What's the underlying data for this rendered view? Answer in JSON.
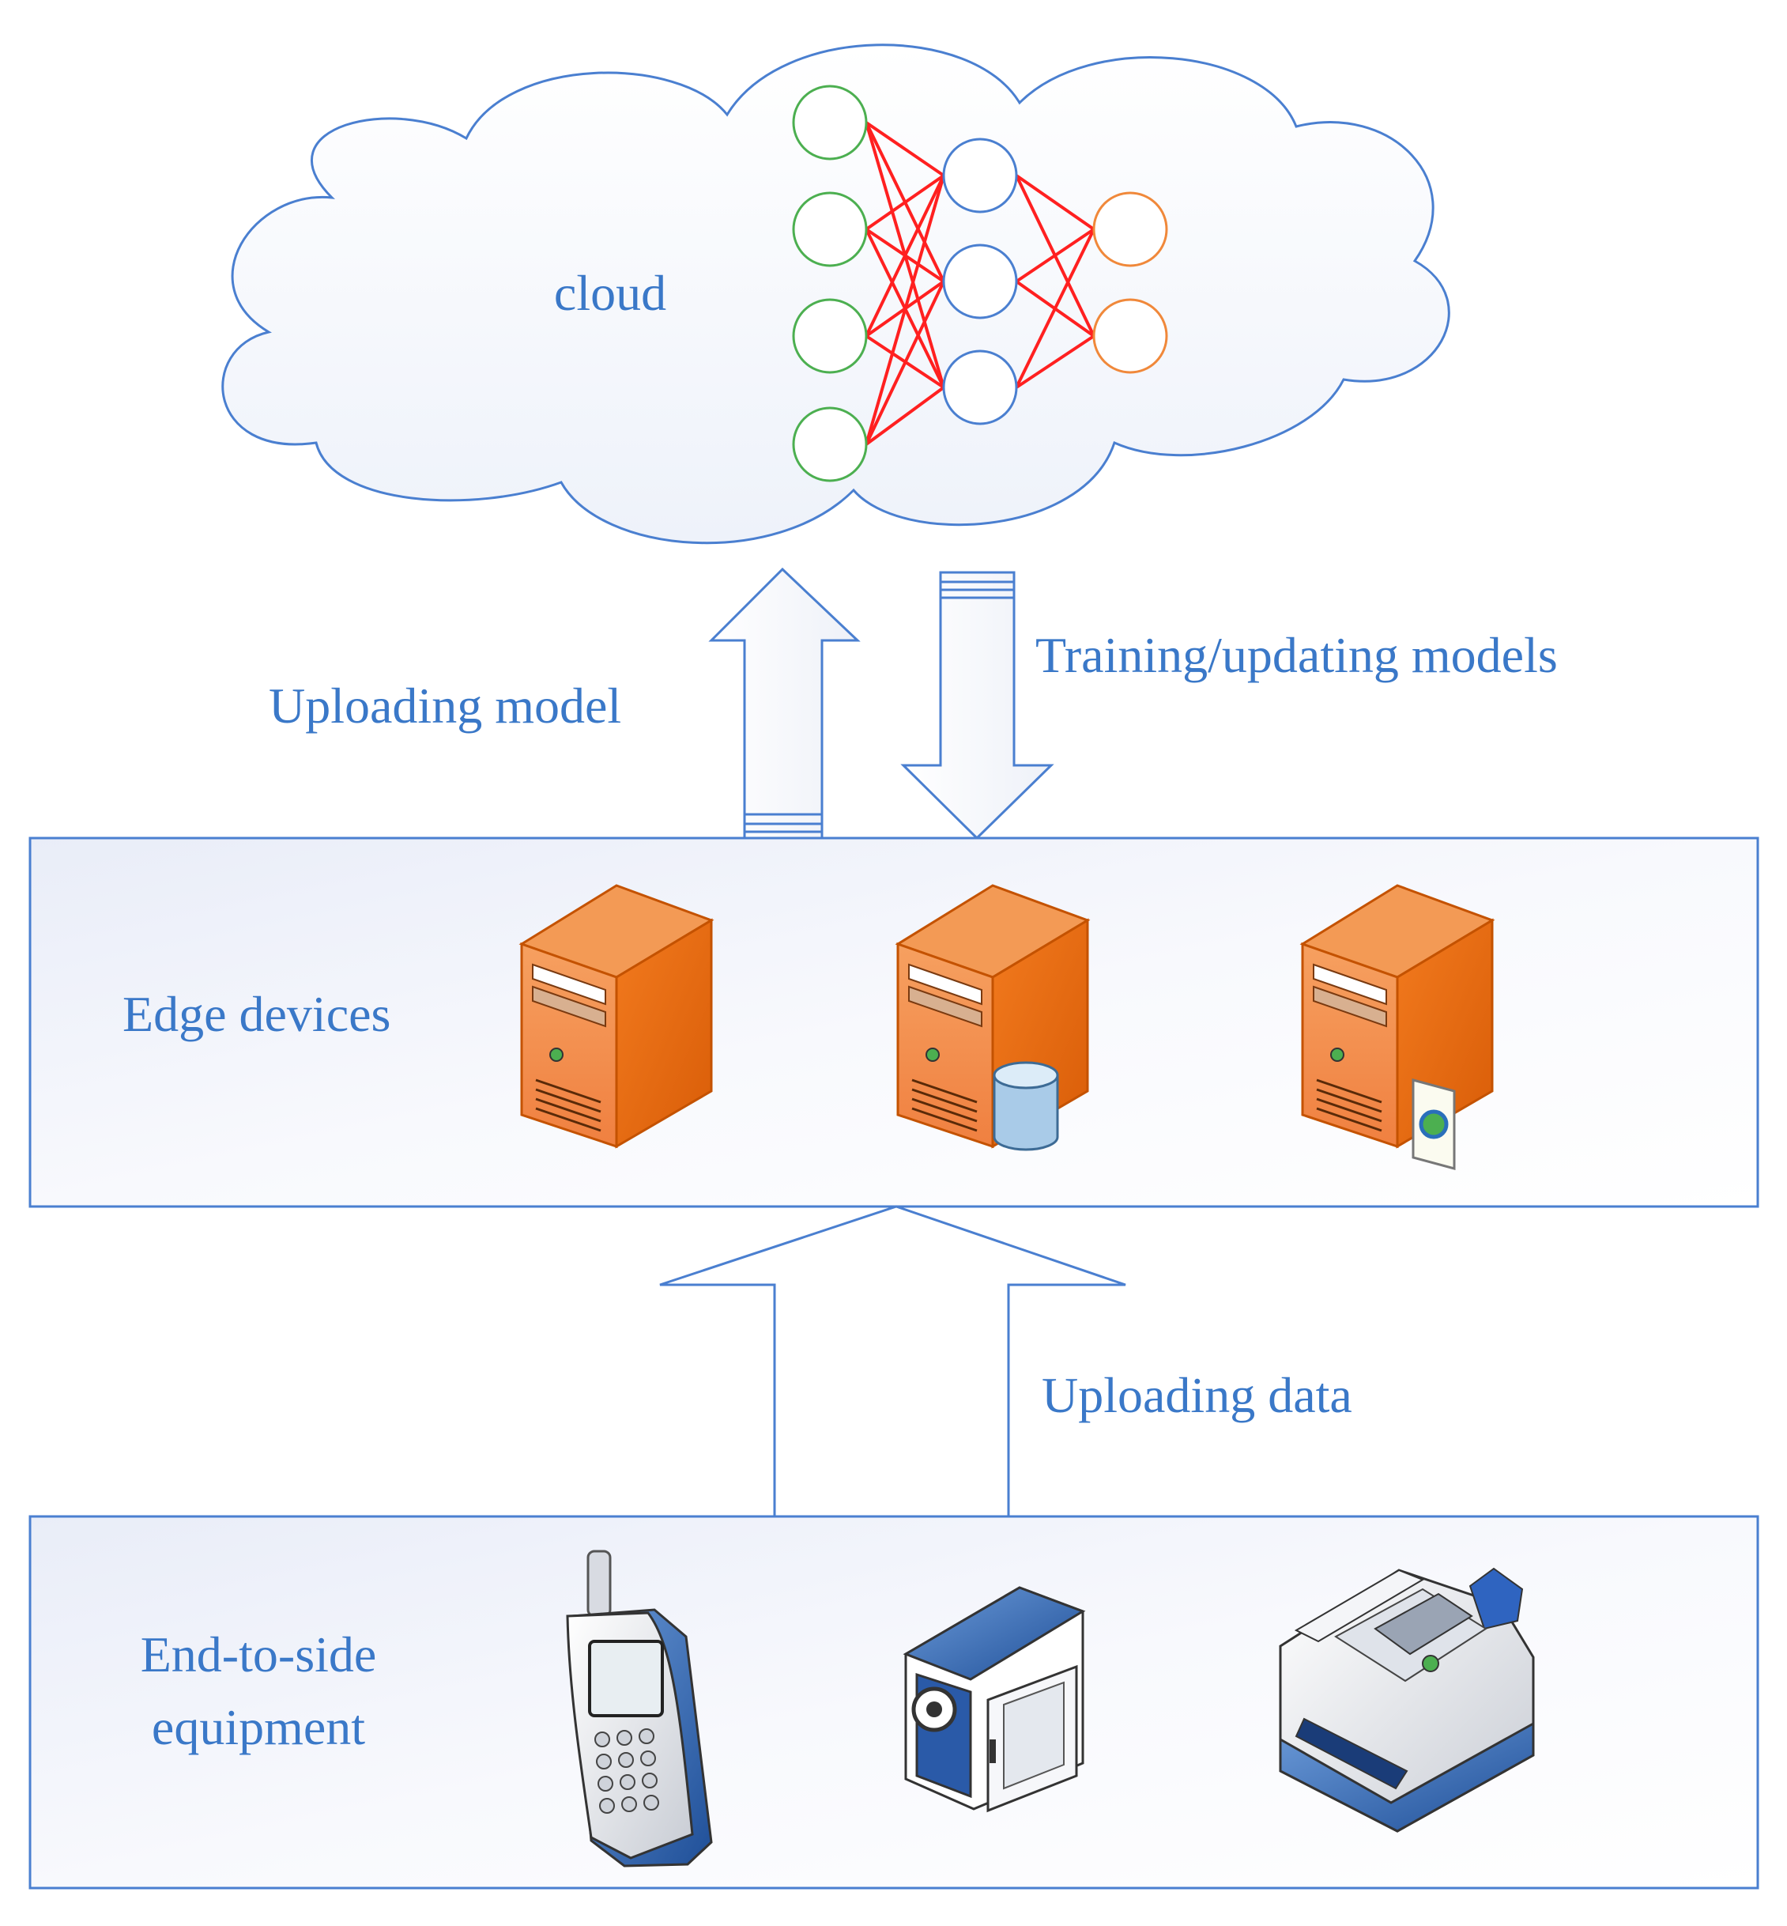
{
  "cloud": {
    "label": "cloud",
    "network": {
      "input_nodes": 4,
      "hidden_nodes": 3,
      "output_nodes": 2
    }
  },
  "arrows": {
    "uploading_model": "Uploading model",
    "training_updating": "Training/updating models",
    "uploading_data": "Uploading data"
  },
  "edge": {
    "label": "Edge devices",
    "devices": [
      {
        "icon": "server-icon"
      },
      {
        "icon": "database-server-icon"
      },
      {
        "icon": "application-server-icon"
      }
    ]
  },
  "end": {
    "label_line1": "End-to-side",
    "label_line2": "equipment",
    "devices": [
      {
        "icon": "mobile-phone-icon"
      },
      {
        "icon": "video-camera-icon"
      },
      {
        "icon": "fax-machine-icon"
      }
    ]
  },
  "colors": {
    "text": "#3a78c8",
    "outline": "#4a7fd0",
    "connections": "#ff2020",
    "input_nodes": "#4caf50",
    "hidden_nodes": "#4a7fd0",
    "output_nodes": "#f0883a",
    "server": "#f07020"
  }
}
